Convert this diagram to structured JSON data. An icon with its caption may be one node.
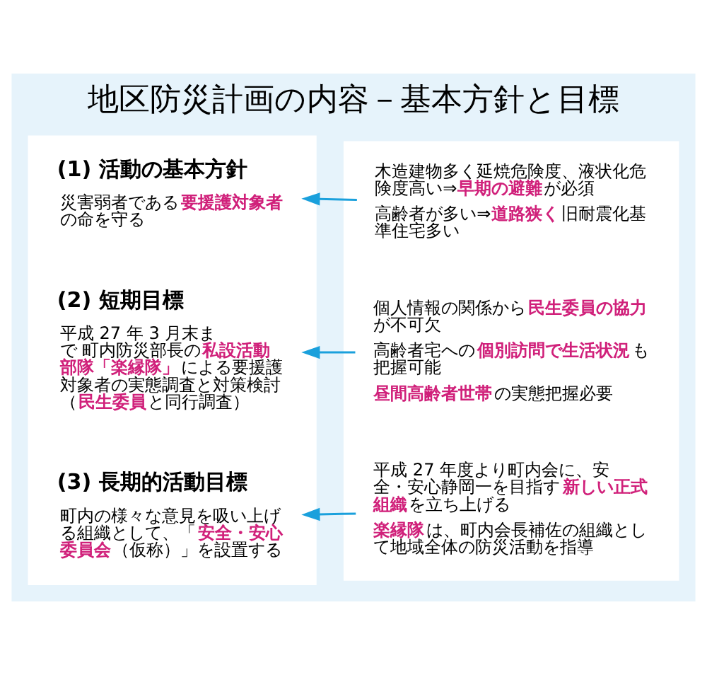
{
  "diagram": {
    "title": "地区防災計画の内容－基本方針と目標",
    "nodes": [
      {
        "text": [],
        "shape": "box"
      },
      {
        "text": [
          "(1) 活動の基本方針",
          "災害弱者である**要援護対象者**の命を守る"
        ],
        "in": 0
      },
      {
        "text": [
          "(2) 短期目標",
          "平成 27 年 3 月末まで 町内防災部長の**私設活動部隊「楽縁隊」**による要援護対象者の実態調査と対策検討（**民生委員**と同行調査）"
        ],
        "in": 0
      },
      {
        "text": [
          "(3) 長期的活動目標",
          "町内の様々な意見を吸い上げる組織として、「**安全・安心委員会**（仮称）」を設置する"
        ],
        "in": 0
      },
      {
        "text": [],
        "shape": "box"
      },
      {
        "text": [
          "木造建物多く延焼危険度、液状化危険度高い⇒**早期の避難**が必須",
          "高齢者が多い⇒**道路狭く**旧耐震化基準住宅多い"
        ],
        "in": 4
      },
      {
        "text": [
          "個人情報の関係から**民生委員の協力**が不可欠",
          "高齢者宅への**個別訪問で生活状況**も把握可能",
          "**昼間高齢者世帯**の実態把握必要"
        ],
        "in": 4
      },
      {
        "text": [
          "平成 27 年度より町内会に、安全・安心静岡一を目指す**新しい正式組織**を立ち上げる",
          "**楽縁隊**は、町内会長補佐の組織として地域全体の防災活動を指導"
        ],
        "in": 4
      }
    ],
    "edges": [
      {
        "from": 5,
        "to": 1,
        "arrow": "to"
      },
      {
        "from": 6,
        "to": 2,
        "arrow": "to"
      },
      {
        "from": 7,
        "to": 3,
        "arrow": "to"
      }
    ]
  }
}
